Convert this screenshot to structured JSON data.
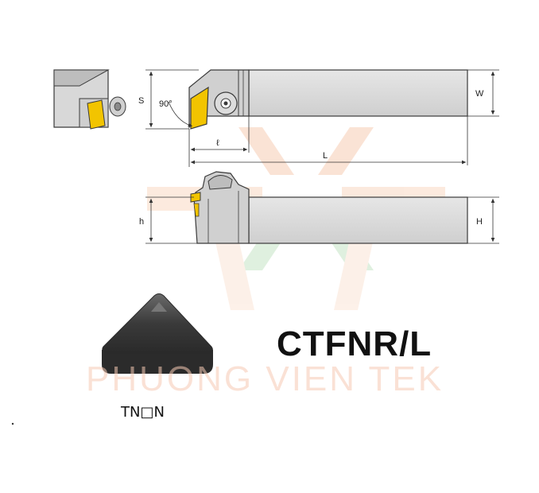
{
  "drawing": {
    "angle_label": "90°",
    "dimension_labels": {
      "S": "S",
      "W": "W",
      "l": "ℓ",
      "L": "L",
      "h": "h",
      "H": "H"
    }
  },
  "model_code": "CTFNR/L",
  "insert_code": "TN□N",
  "watermark_text": "PHUONG VIEN TEK",
  "colors": {
    "holder_gray": "#d4d4d4",
    "outline": "#3a3a3a",
    "insert_yellow": "#f2c400",
    "insert_dark": "#3d3d3d",
    "watermark": "#f6c9b4"
  }
}
